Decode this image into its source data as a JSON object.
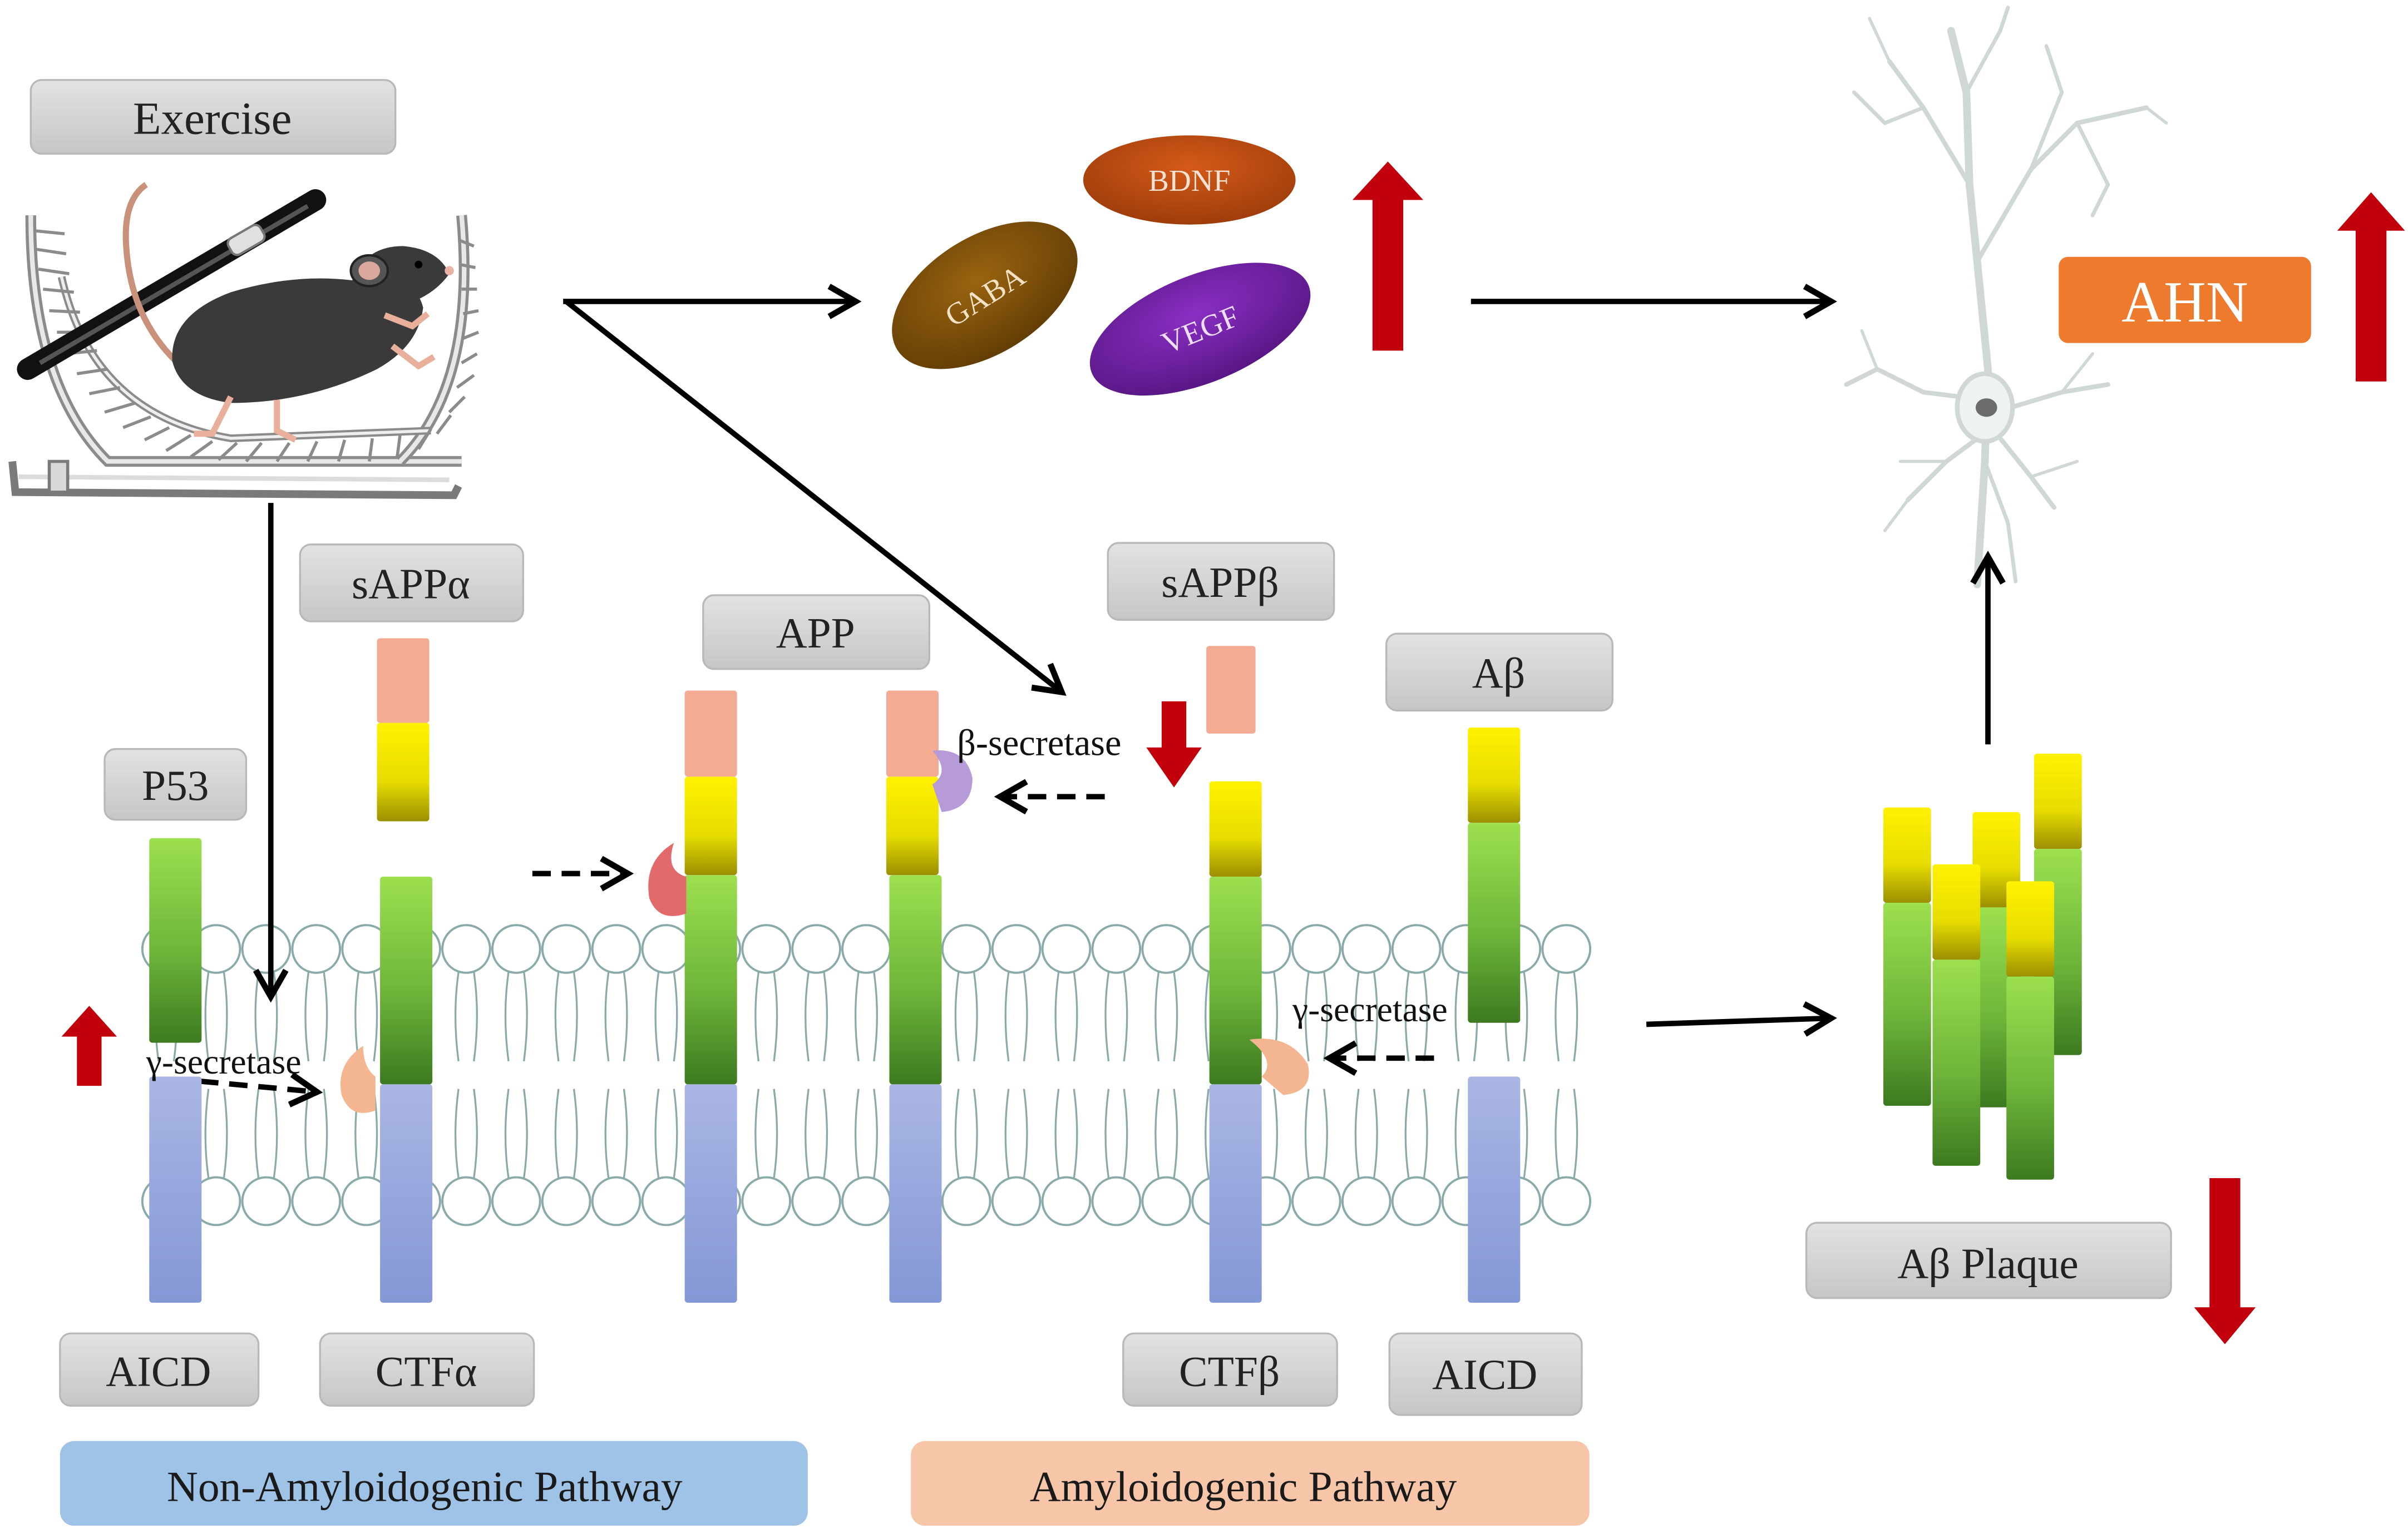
{
  "labels": {
    "exercise": "Exercise",
    "bdnf": "BDNF",
    "gaba": "GABA",
    "vegf": "VEGF",
    "ahn": "AHN",
    "sappa": "sAPPα",
    "sappb": "sAPPβ",
    "app": "APP",
    "abeta": "Aβ",
    "p53": "P53",
    "beta_secretase": "β-secretase",
    "gamma_secretase_left": "γ-secretase",
    "gamma_secretase_right": "γ-secretase",
    "aicd_left": "AICD",
    "ctfa": "CTFα",
    "ctfb": "CTFβ",
    "aicd_right": "AICD",
    "plaque": "Aβ Plaque",
    "non_amyloidogenic": "Non-Amyloidogenic Pathway",
    "amyloidogenic": "Amyloidogenic Pathway"
  },
  "colors": {
    "label_box": "#d4d4d4",
    "label_box_stroke": "#b5b5b5",
    "bdnf": "#b24a12",
    "gaba": "#7a4a06",
    "vegf": "#6a1f9a",
    "ahn": "#ee7a2e",
    "red_arrow": "#c1000b",
    "green_top": "#8fd44a",
    "green_bottom": "#3f7d22",
    "yellow_top": "#f7ee00",
    "yellow_bottom": "#9b8f00",
    "salmon": "#f3ab94",
    "blue_domain": "#8fa2d9",
    "membrane": "#8aa9a9",
    "non_amyloid_band": "#9ec3e6",
    "amyloid_band": "#f7c6a8"
  },
  "icons": [
    "mouse-on-wheel-illustration",
    "neuron-illustration",
    "up-arrow-icon",
    "down-arrow-icon"
  ]
}
